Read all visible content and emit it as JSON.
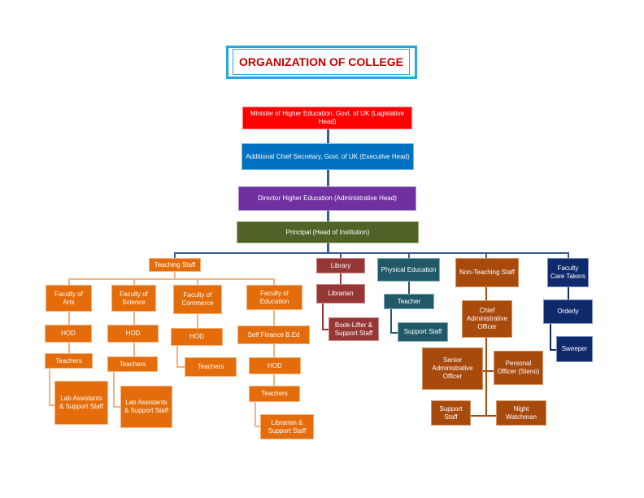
{
  "title": "ORGANIZATION OF COLLEGE",
  "colors": {
    "minister": "#ff0000",
    "secretary": "#0070c0",
    "director": "#7030a0",
    "principal": "#4f6228",
    "teaching": "#e46c0a",
    "non_teaching": "#a94a0d",
    "library": "#953735",
    "physical_education": "#215968",
    "faculty_care": "#0f2a6b",
    "title_text": "#c00000",
    "title_frame": "#22a8df"
  },
  "hierarchy": {
    "minister": "Minister of Higher Education, Govt. of UK (Lagislative Head)",
    "secretary": "Additional Chief Secretary, Govt. of UK (Executive Head)",
    "director": "Director Higher Education (Administrative Head)",
    "principal": "Principal (Head of Institution)"
  },
  "teaching": {
    "label": "Teaching Staff",
    "arts": {
      "label": "Faculty of Arts",
      "hod": "HOD",
      "teachers": "Teachers",
      "lab": "Lab Assistants & Support Staff"
    },
    "science": {
      "label": "Faculty of Science",
      "hod": "HOD",
      "teachers": "Teachers",
      "lab": "Lab Assistants & Support Staff"
    },
    "commerce": {
      "label": "Faculty of Commerce",
      "hod": "HOD",
      "teachers": "Teachers"
    },
    "education": {
      "label": "Faculty of Education",
      "self_finance": "Self Finance B.Ed",
      "hod": "HOD",
      "teachers": "Teachers",
      "librarian": "Librarian & Support Staff"
    }
  },
  "library": {
    "label": "Library",
    "librarian": "Librarian",
    "support": "Book-Lifter & Support Staff"
  },
  "physical_education": {
    "label": "Physical Education",
    "teacher": "Teacher",
    "support": "Support Staff"
  },
  "non_teaching": {
    "label": "Non-Teaching Staff",
    "chief": "Chief Administrative Officer",
    "senior": "Senior Administrative Officer",
    "personal": "Personal Officer (Steno)",
    "support": "Support Staff",
    "night": "Night Watchman"
  },
  "faculty_care": {
    "label": "Faculty Care Takers",
    "orderly": "Orderly",
    "sweeper": "Sweeper"
  }
}
